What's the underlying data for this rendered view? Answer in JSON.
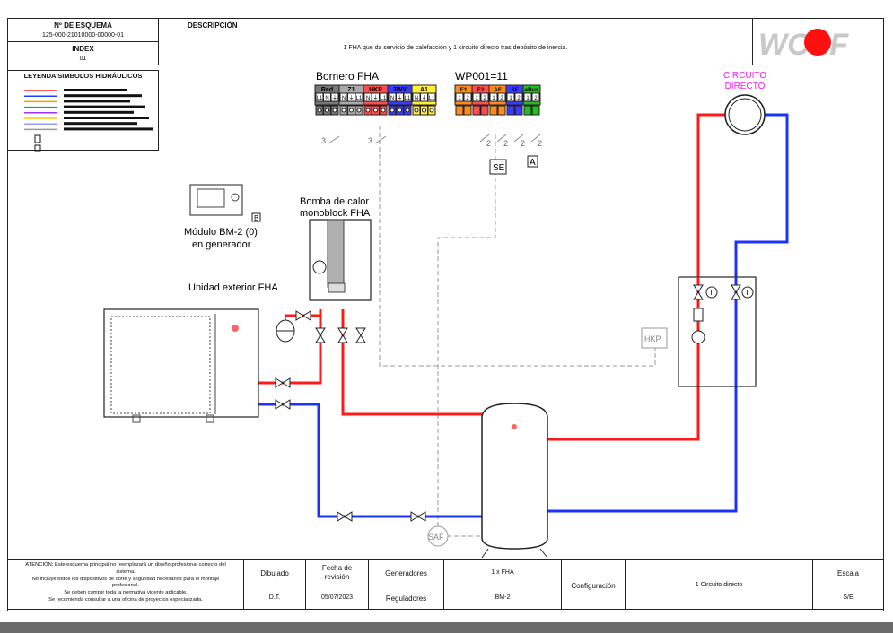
{
  "title_block": {
    "scheme_no_label": "Nº DE ESQUEMA",
    "scheme_no": "125-000-21010000-00000-01",
    "index_label": "INDEX",
    "index": "01",
    "description_label": "DESCRIPCIÓN",
    "description": "1 FHA que da servicio de  calefacción y 1 circuito directo tras depósito de inercia."
  },
  "logo_text": "WOLF",
  "legend": {
    "title": "LEYENDA SIMBOLOS HIDRÁULICOS",
    "line_colors": [
      "#ff2020",
      "#2040ff",
      "#ff9900",
      "#00b050",
      "#9933ff",
      "#ffcc00",
      "#9999ff",
      "#999999"
    ]
  },
  "terminal_block": {
    "title": "Bornero FHA",
    "groups": [
      {
        "label": "Red",
        "color": "#777777",
        "pins": [
          "L1",
          "N",
          "⏚"
        ]
      },
      {
        "label": "Z1",
        "color": "#aaaaaa",
        "pins": [
          "N",
          "⏚",
          "L1"
        ]
      },
      {
        "label": "HKP",
        "color": "#ff4d4d",
        "pins": [
          "N",
          "⏚",
          "L1"
        ]
      },
      {
        "label": "3WV",
        "color": "#3b3bff",
        "pins": [
          "N",
          "⏚",
          "L1"
        ]
      },
      {
        "label": "A1",
        "color": "#ffee33",
        "pins": [
          "N",
          "⏚",
          "L1"
        ]
      }
    ],
    "wire_counts": [
      "3",
      "3"
    ]
  },
  "wp_block": {
    "title": "WP001=11",
    "groups": [
      {
        "label": "E1",
        "color": "#ff8c1a",
        "pins": [
          "1",
          "2"
        ]
      },
      {
        "label": "E2",
        "color": "#ff4d4d",
        "pins": [
          "1",
          "2"
        ]
      },
      {
        "label": "AF",
        "color": "#ff8c1a",
        "pins": [
          "1",
          "2"
        ]
      },
      {
        "label": "SF",
        "color": "#3b3bff",
        "pins": [
          "1",
          "2"
        ]
      },
      {
        "label": "eBus",
        "color": "#22bb22",
        "pins": [
          "1",
          "2"
        ]
      }
    ],
    "wire_counts": [
      "2",
      "2",
      "2",
      "2"
    ],
    "labels": {
      "se": "SE",
      "a": "A"
    }
  },
  "components": {
    "bm2_label_line1": "Módulo BM-2 (0)",
    "bm2_label_line2": "en generador",
    "bm2_tag": "B",
    "heat_pump_title_line1": "Bomba de calor",
    "heat_pump_title_line2": "monoblock FHA",
    "outdoor_unit": "Unidad exterior FHA",
    "circuit_title_line1": "CIRCUITO",
    "circuit_title_line2": "DIRECTO",
    "hkp": "HKP",
    "saf": "SAF",
    "thermometer": "T"
  },
  "footer": {
    "warning_lines": [
      "ATENCIÓN: Este esquema principal no reemplazará un diseño profesional correcto del",
      "sistema.",
      "No incluye todos los dispositivos de corte y seguridad necesarios para el montaje",
      "profesional.",
      "Se deben cumplir toda la normativa vigente aplicable.",
      "Se recomienda consultar a una oficina de proyectos especializada."
    ],
    "drawn_label": "Dibujado",
    "drawn_value": "D.T.",
    "date_label_1": "Fecha de",
    "date_label_2": "revisión",
    "date_value": "05/07/2023",
    "generators_label": "Generadores",
    "generators_value": "1 x FHA",
    "regulators_label": "Reguladores",
    "regulators_value": "BM-2",
    "config_label": "Configuración",
    "config_value": "1 Circuito directo",
    "scale_label": "Escala",
    "scale_value": "S/E"
  }
}
